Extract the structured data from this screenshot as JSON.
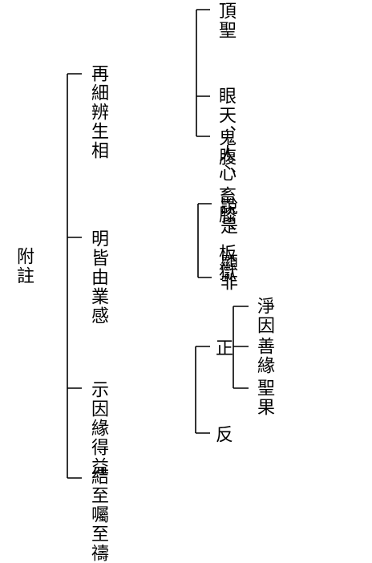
{
  "root": "附註",
  "branches": [
    {
      "label": "再細辨生相",
      "children": [
        {
          "label": "頂聖"
        },
        {
          "label": "眼天、人心"
        },
        {
          "label": "鬼腹、畜膝、板獄"
        }
      ]
    },
    {
      "label": "明皆由業感",
      "children": [
        {
          "label": "說是"
        },
        {
          "label": "顯非"
        }
      ]
    },
    {
      "label": "示因緣得益",
      "children": [
        {
          "label": "正",
          "children": [
            {
              "label": "淨因"
            },
            {
              "label": "善緣"
            },
            {
              "label": "聖果"
            }
          ]
        },
        {
          "label": "反"
        }
      ]
    },
    {
      "label": "結至囑至禱"
    }
  ],
  "colors": {
    "line": "#000000",
    "text": "#000000",
    "background": "#ffffff"
  }
}
